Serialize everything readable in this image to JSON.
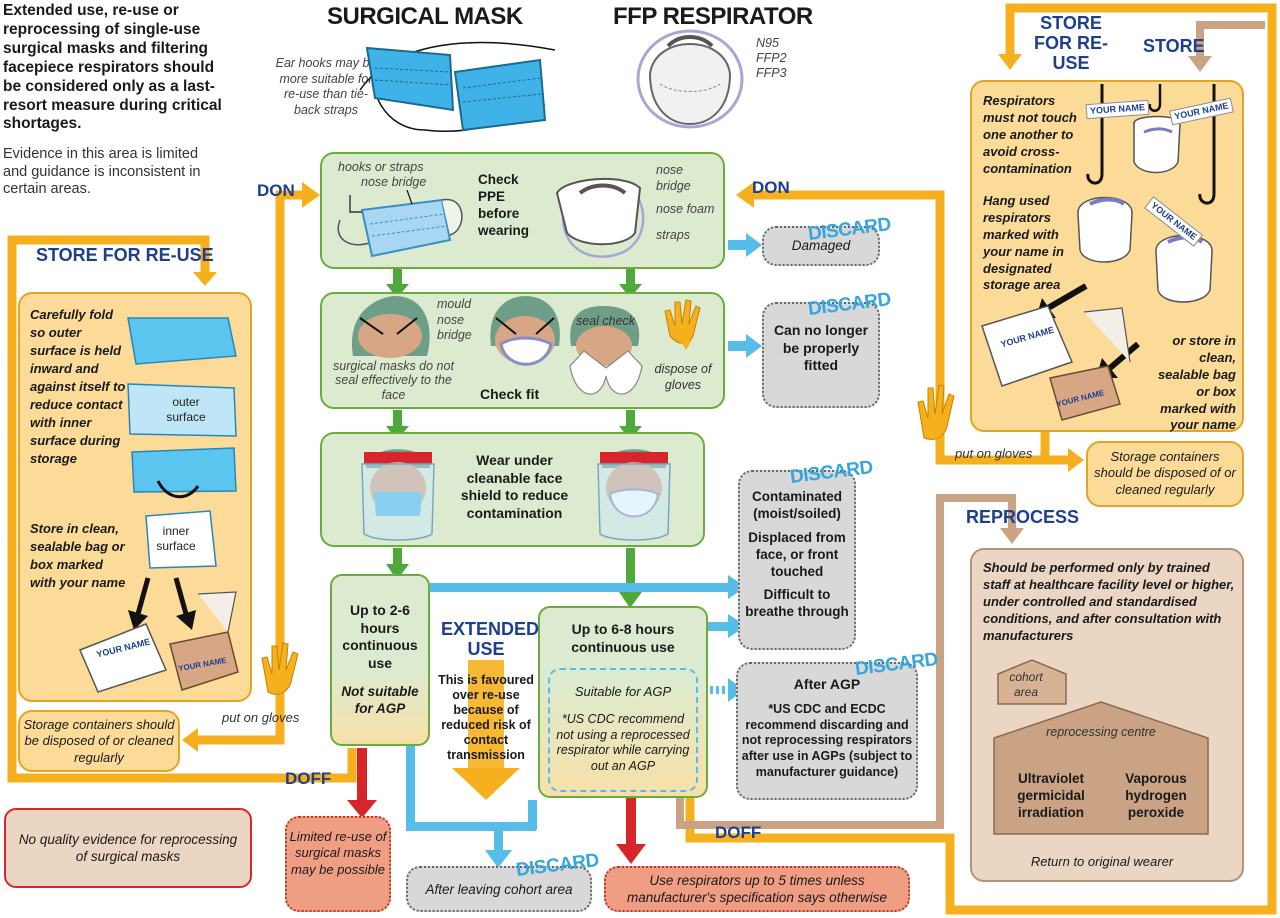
{
  "intro": {
    "warning": "Extended use, re-use or reprocessing of single-use surgical masks and filtering facepiece respirators should be considered only as a last-resort measure during critical shortages.",
    "evidence": "Evidence in this area is limited and guidance is inconsistent in certain areas."
  },
  "headers": {
    "surgical_mask": "SURGICAL MASK",
    "ffp_respirator": "FFP RESPIRATOR",
    "ear_hooks_note": "Ear hooks may be more suitable for re-use than tie-back straps",
    "n95": "N95",
    "ffp2": "FFP2",
    "ffp3": "FFP3"
  },
  "check_ppe": {
    "title": "Check PPE before wearing",
    "hooks_straps": "hooks or straps",
    "nose_bridge_left": "nose bridge",
    "nose_bridge_right": "nose bridge",
    "nose_foam": "nose foam",
    "straps": "straps"
  },
  "check_fit": {
    "title": "Check fit",
    "mould": "mould nose bridge",
    "no_seal": "surgical masks do not seal effectively to the face",
    "seal_check": "seal check",
    "dispose_gloves": "dispose of gloves"
  },
  "face_shield": {
    "title": "Wear under cleanable face shield to reduce contamination"
  },
  "surgical_use": {
    "hours": "Up to 2-6 hours continuous use",
    "not_agp": "Not suitable for AGP"
  },
  "extended": {
    "title": "EXTENDED USE",
    "text": "This is favoured over re-use because of reduced risk of contact transmission"
  },
  "respirator_use": {
    "hours": "Up to 6-8 hours continuous use",
    "agp_title": "Suitable for AGP",
    "agp_note": "*US CDC recommend not using a reprocessed respirator while carrying out an AGP"
  },
  "discard": {
    "label": "DISCARD",
    "damaged": "Damaged",
    "fit": "Can no longer be properly fitted",
    "contaminated": "Contaminated (moist/soiled)",
    "displaced": "Displaced from face, or front touched",
    "breathe": "Difficult to breathe through",
    "after_agp_title": "After AGP",
    "after_agp_text": "*US CDC and ECDC recommend discarding and not reprocessing respirators after use in AGPs (subject to manufacturer guidance)",
    "cohort": "After leaving cohort area"
  },
  "labels": {
    "don": "DON",
    "doff": "DOFF",
    "put_on_gloves": "put on gloves",
    "store_reuse": "STORE FOR RE-USE",
    "store": "STORE",
    "reprocess": "REPROCESS"
  },
  "store_left": {
    "steps": "Carefully fold so outer surface is held inward and against itself to reduce contact with inner surface during storage",
    "outer_surface": "outer surface",
    "inner_surface": "inner surface",
    "bag": "Store in clean, sealable bag or box marked with your name",
    "your_name": "YOUR NAME"
  },
  "storage_containers": "Storage containers should be disposed of or cleaned regularly",
  "no_quality": "No quality evidence for reprocessing of surgical masks",
  "limited_reuse": "Limited re-use of surgical masks may be possible",
  "use_5_times": "Use respirators up to 5 times unless manufacturer's specification says otherwise",
  "store_right": {
    "no_touch": "Respirators must not touch one another to avoid cross-contamination",
    "hang": "Hang used respirators marked with your name in designated storage area",
    "or_store": "or store in clean, sealable bag or box marked with your name",
    "your_name": "YOUR NAME"
  },
  "storage_containers_right": "Storage containers should be disposed of or cleaned regularly",
  "reprocess_box": {
    "text": "Should be performed only by trained staff at healthcare facility level or higher, under controlled and standardised conditions, and after consultation with manufacturers",
    "cohort_area": "cohort area",
    "centre": "reprocessing centre",
    "uv": "Ultraviolet germicidal irradiation",
    "vhp": "Vaporous hydrogen peroxide",
    "return": "Return to original wearer"
  },
  "colors": {
    "green": "#6aad3e",
    "orange": "#f6b01e",
    "blue": "#56bde8",
    "red": "#d7262b",
    "tan": "#c9a383",
    "navy": "#1d3f8f"
  }
}
